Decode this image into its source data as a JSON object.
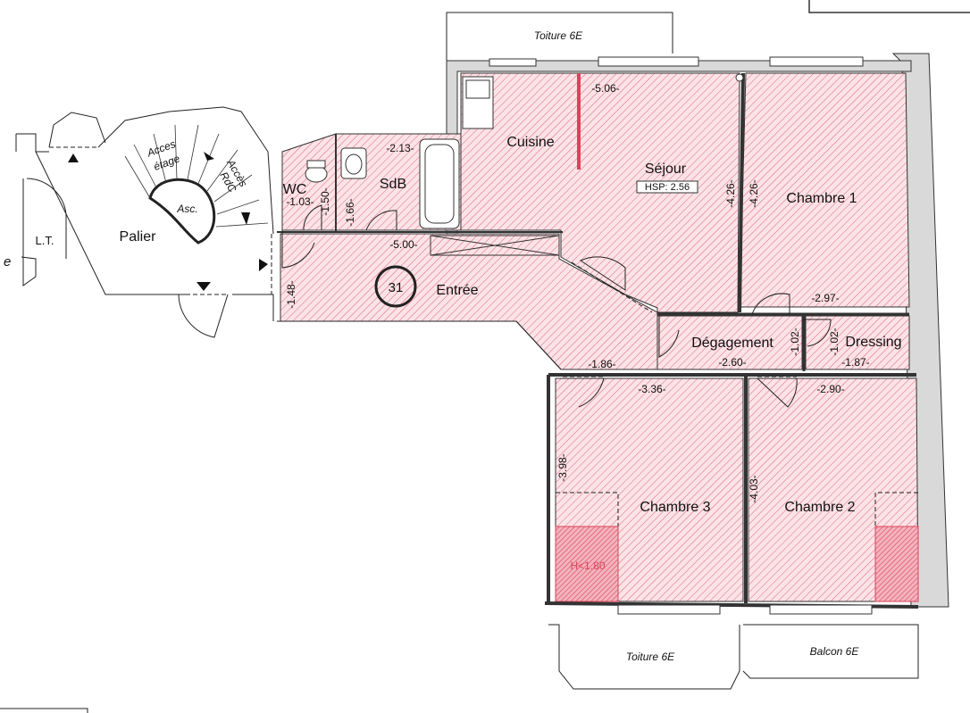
{
  "labels": {
    "toiture_top": "Toiture 6E",
    "toiture_bottom": "Toiture 6E",
    "balcon": "Balcon 6E",
    "cuisine": "Cuisine",
    "sejour": "Séjour",
    "hsp": "HSP:  2.56",
    "chambre1": "Chambre 1",
    "chambre2": "Chambre 2",
    "chambre3": "Chambre 3",
    "sdb": "SdB",
    "wc": "WC",
    "entree": "Entrée",
    "lot_number": "31",
    "degagement": "Dégagement",
    "dressing": "Dressing",
    "palier": "Palier",
    "lt": "L.T.",
    "asc": "Asc.",
    "acces_etage_1": "Acces",
    "acces_etage_2": "étage",
    "acces_rdc_1": "Accès",
    "acces_rdc_2": "RdC",
    "low_height": "H<1.80",
    "left_edge_letter": "e"
  },
  "dimensions": {
    "sejour_width": "-5.06-",
    "sejour_depth": "-4.26-",
    "chambre1_depth": "-4.26-",
    "chambre1_width": "-2.97-",
    "sdb_width": "-2.13-",
    "sdb_depth": "-1.66-",
    "wc_width": "-1.03-",
    "wc_depth": "-1.50-",
    "entree_width": "-5.00-",
    "entree_depth": "-1.48-",
    "passage_width": "-1.86-",
    "degagement_width": "-2.60-",
    "degagement_depth": "-1.02-",
    "dressing_depth": "-1.02-",
    "dressing_width": "-1.87-",
    "chambre3_width": "-3.36-",
    "chambre3_depth": "-3.98-",
    "chambre2_width": "-2.90-",
    "chambre2_depth": "-4.03-"
  },
  "colors": {
    "hatch": "#d9445a",
    "room_fill": "#fbe3e7",
    "low_zone": "#d9445a",
    "wall": "#d9d9d9"
  }
}
